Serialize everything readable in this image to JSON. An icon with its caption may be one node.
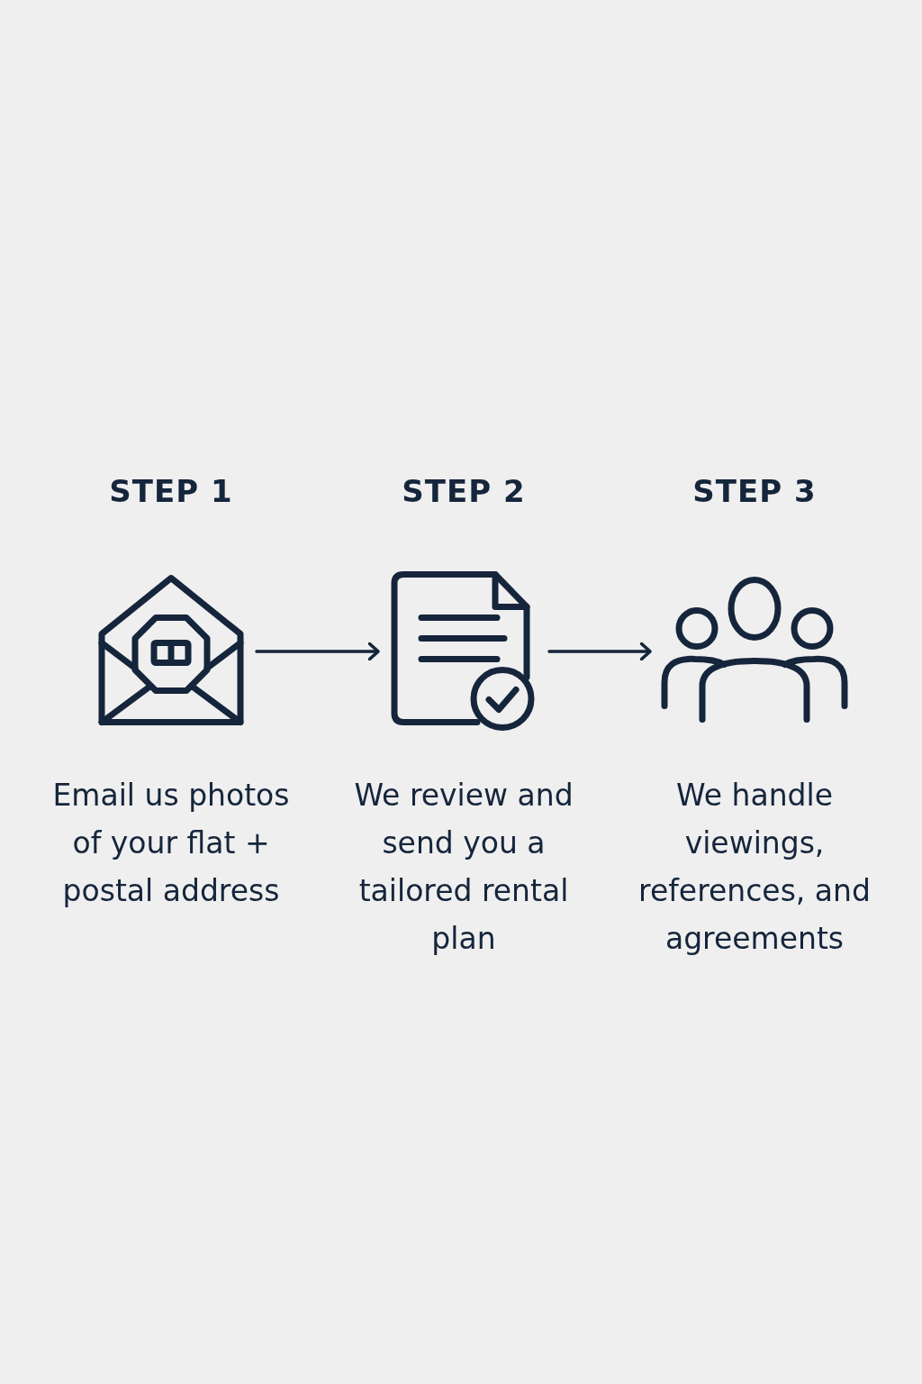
{
  "diagram": {
    "nodes": [
      {
        "text": [],
        "shape": "envelope",
        "beside": [
          "STEP 1",
          "Email us photos of your flat + postal address"
        ]
      },
      {
        "text": [],
        "shape": "document",
        "beside": [
          "STEP 2",
          "We review and send you a tailored rental plan"
        ]
      },
      {
        "text": [],
        "shape": "people",
        "beside": [
          "STEP 3",
          "We handle viewings, references, and agreements"
        ]
      }
    ],
    "edges": [
      {
        "from": 0,
        "to": 1,
        "arrow": "to"
      },
      {
        "from": 1,
        "to": 2,
        "arrow": "to"
      }
    ]
  }
}
